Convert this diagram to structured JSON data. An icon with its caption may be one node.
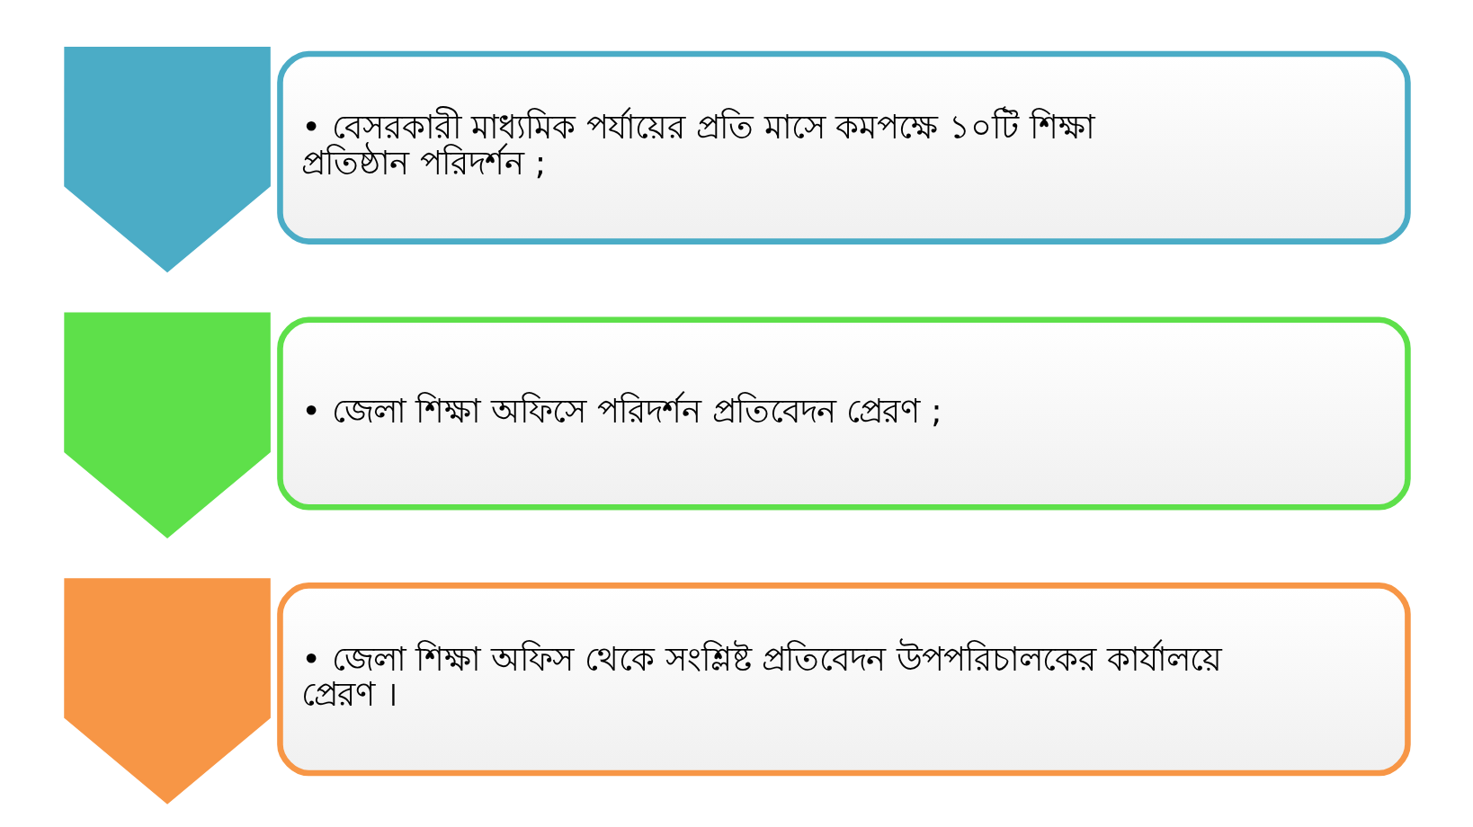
{
  "diagram": {
    "nodes": [
      {
        "text": [],
        "shape": "chevron"
      },
      {
        "text": [
          "• বেসরকারী মাধ্যমিক পর্যায়ের প্রতি মাসে কমপক্ষে ১০টি শিক্ষা প্রতিষ্ঠান পরিদর্শন ;"
        ]
      },
      {
        "text": [],
        "shape": "chevron"
      },
      {
        "text": [
          "• জেলা শিক্ষা অফিসে পরিদর্শন প্রতিবেদন প্রেরণ ;"
        ]
      },
      {
        "text": [],
        "shape": "chevron"
      },
      {
        "text": [
          "• জেলা শিক্ষা অফিস থেকে সংশ্লিষ্ট প্রতিবেদন উপপরিচালকের কার্যালয়ে প্রেরণ ।"
        ]
      }
    ]
  }
}
